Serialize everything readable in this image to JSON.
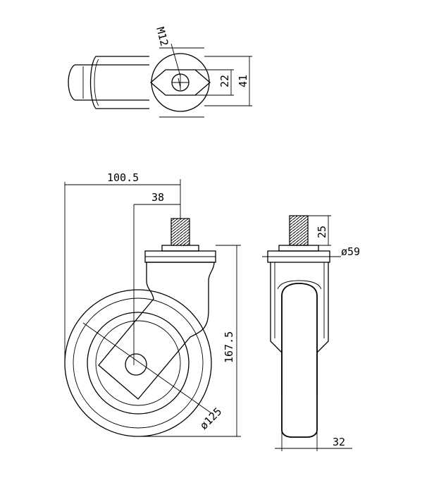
{
  "dimensions": {
    "thread_size": "M12",
    "hex_across_flats": "22",
    "plate_width": "41",
    "offset_total": "100.5",
    "offset_stem": "38",
    "overall_height": "167.5",
    "wheel_diameter": "ø125",
    "stem_length": "25",
    "plate_diameter": "ø59",
    "wheel_width": "32"
  }
}
